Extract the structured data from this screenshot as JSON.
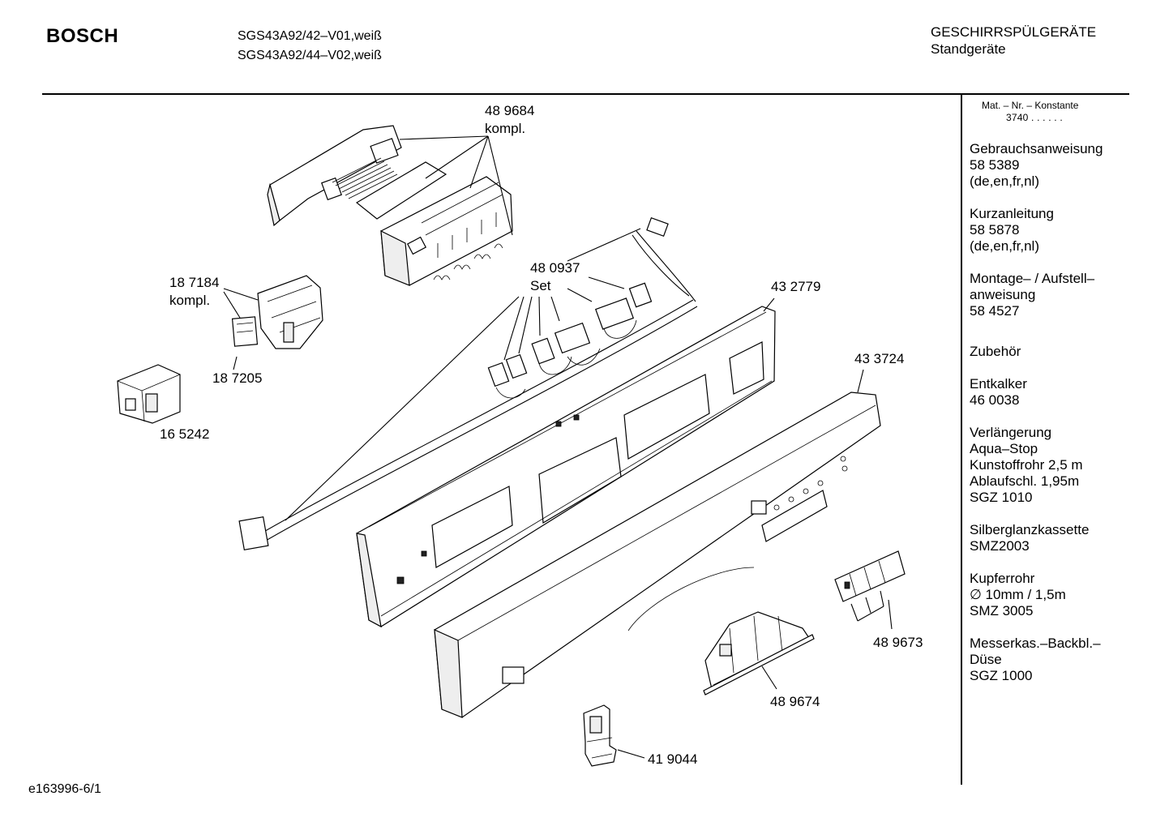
{
  "header": {
    "brand": "BOSCH",
    "models": [
      "SGS43A92/42–V01,weiß",
      "SGS43A92/44–V02,weiß"
    ],
    "category": "GESCHIRRSPÜLGERÄTE",
    "subcategory": "Standgeräte"
  },
  "sidebar": {
    "mat_label": "Mat. – Nr. – Konstante",
    "mat_value": "3740  .  .  .  .  .  .",
    "blocks": [
      [
        "Gebrauchsanweisung",
        "58 5389",
        "(de,en,fr,nl)"
      ],
      [
        "Kurzanleitung",
        "58 5878",
        "(de,en,fr,nl)"
      ],
      [
        "Montage– / Aufstell–",
        "anweisung",
        "58 4527"
      ],
      [
        "Zubehör"
      ],
      [
        "Entkalker",
        "46 0038"
      ],
      [
        "Verlängerung",
        "Aqua–Stop",
        "Kunstoffrohr 2,5 m",
        "Ablaufschl. 1,95m",
        "SGZ 1010"
      ],
      [
        "Silberglanzkassette",
        "SMZ2003"
      ],
      [
        "Kupferrohr",
        "∅ 10mm / 1,5m",
        "SMZ 3005"
      ],
      [
        "Messerkas.–Backbl.–",
        "Düse",
        "SGZ 1000"
      ]
    ]
  },
  "parts": {
    "p489684": {
      "number": "48 9684",
      "note": "kompl."
    },
    "p480937": {
      "number": "48 0937",
      "note": "Set"
    },
    "p187184": {
      "number": "18 7184",
      "note": "kompl."
    },
    "p187205": {
      "number": "18 7205"
    },
    "p165242": {
      "number": "16 5242"
    },
    "p432779": {
      "number": "43 2779"
    },
    "p433724": {
      "number": "43 3724"
    },
    "p489673": {
      "number": "48 9673"
    },
    "p489674": {
      "number": "48 9674"
    },
    "p419044": {
      "number": "41 9044"
    }
  },
  "footer": {
    "code": "e163996-6/1"
  }
}
